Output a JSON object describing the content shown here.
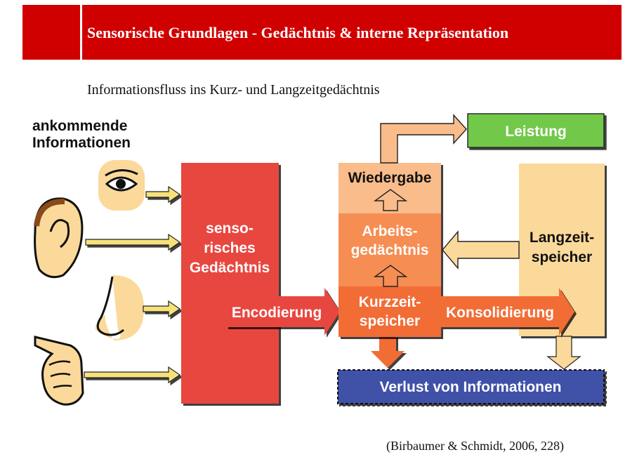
{
  "header": {
    "title": "Sensorische Grundlagen - Gedächtnis & interne Repräsentation"
  },
  "subtitle": "Informationsfluss ins Kurz- und Langzeitgedächtnis",
  "citation": "(Birbaumer & Schmidt, 2006, 228)",
  "diagram": {
    "incoming": [
      "ankommende",
      "Informationen"
    ],
    "sensory_memory": [
      "senso-",
      "risches",
      "Gedächtnis"
    ],
    "encoding": "Encodierung",
    "reproduction": "Wiedergabe",
    "working_memory": [
      "Arbeits-",
      "gedächtnis"
    ],
    "short_term": [
      "Kurzzeit-",
      "speicher"
    ],
    "consolidation": "Konsolidierung",
    "performance": "Leistung",
    "long_term": [
      "Langzeit-",
      "speicher"
    ],
    "loss": "Verlust von Informationen"
  },
  "colors": {
    "header": "#d10000",
    "sensory": "#e8473f",
    "reproduction": "#f9bc8a",
    "working": "#f68d52",
    "short_term": "#f26c36",
    "long_term": "#fbd99a",
    "performance": "#72c84a",
    "loss": "#3f51a8",
    "arrow_yellow": "#f7e27a"
  },
  "icons": [
    "eye-icon",
    "ear-icon",
    "nose-icon",
    "hand-icon"
  ]
}
